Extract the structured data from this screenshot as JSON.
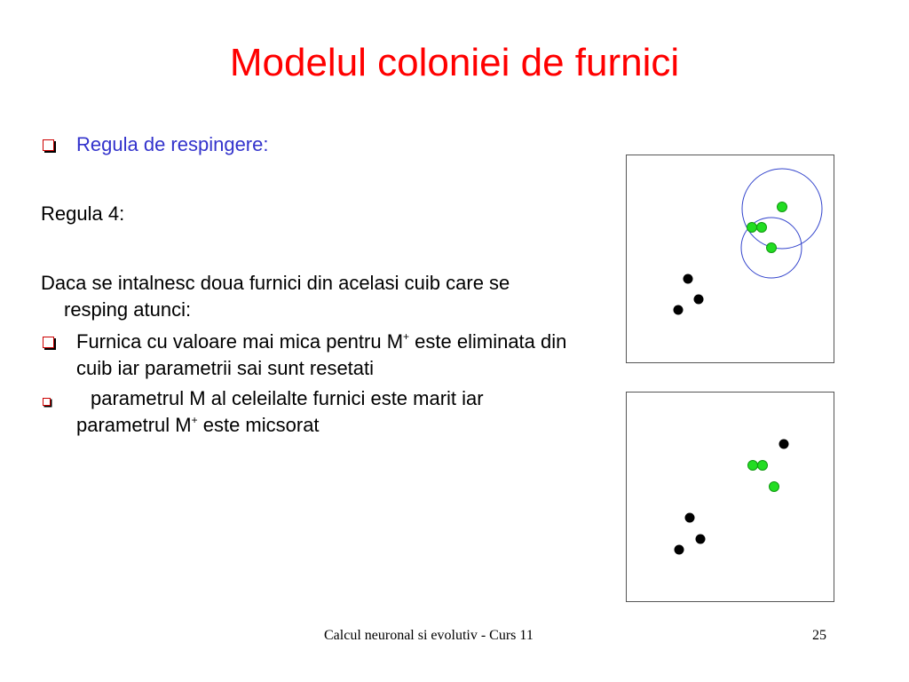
{
  "slide": {
    "title": "Modelul coloniei de furnici",
    "rule_heading": "Regula de respingere:",
    "rule_number": "Regula 4:",
    "condition": "Daca se intalnesc doua furnici din acelasi cuib care se resping atunci:",
    "bullet1_pre": "Furnica cu valoare mai mica pentru M",
    "bullet1_sup": "+",
    "bullet1_post": " este eliminata din cuib iar parametrii sai sunt resetati",
    "bullet2_pre": "parametrul M al celeilalte furnici este marit iar parametrul M",
    "bullet2_sup": "+",
    "bullet2_post": " este micsorat"
  },
  "footer": {
    "course": "Calcul neuronal si evolutiv - Curs 11",
    "page_number": "25"
  },
  "colors": {
    "title": "#ff0000",
    "heading": "#3333cc",
    "green_ant": "#22dd22",
    "black_ant": "#000000",
    "circle": "#3344cc"
  }
}
